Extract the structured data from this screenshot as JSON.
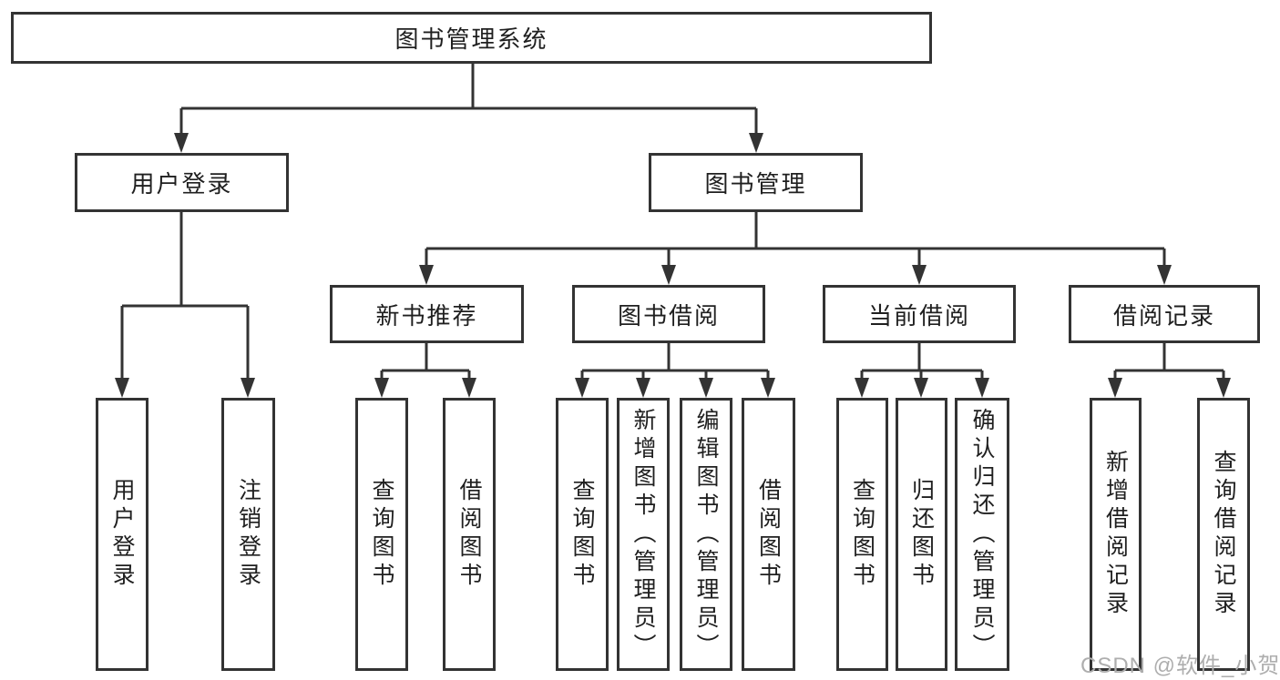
{
  "diagram": {
    "root": {
      "label": "图书管理系统"
    },
    "login": {
      "label": "用户登录",
      "children": [
        {
          "label": "用户登录"
        },
        {
          "label": "注销登录"
        }
      ]
    },
    "management": {
      "label": "图书管理",
      "sections": [
        {
          "label": "新书推荐",
          "children": [
            {
              "label": "查询图书"
            },
            {
              "label": "借阅图书"
            }
          ]
        },
        {
          "label": "图书借阅",
          "children": [
            {
              "label": "查询图书"
            },
            {
              "label": "新增图书（管理员）"
            },
            {
              "label": "编辑图书（管理员）"
            },
            {
              "label": "借阅图书"
            }
          ]
        },
        {
          "label": "当前借阅",
          "children": [
            {
              "label": "查询图书"
            },
            {
              "label": "归还图书"
            },
            {
              "label": "确认归还（管理员）"
            }
          ]
        },
        {
          "label": "借阅记录",
          "children": [
            {
              "label": "新增借阅记录"
            },
            {
              "label": "查询借阅记录"
            }
          ]
        }
      ]
    }
  },
  "watermark": {
    "text": "CSDN @软件_小贺同学"
  },
  "colors": {
    "line": "#333333",
    "text": "#1f1f1f",
    "background": "#ffffff",
    "watermark": "#aeaeae"
  }
}
